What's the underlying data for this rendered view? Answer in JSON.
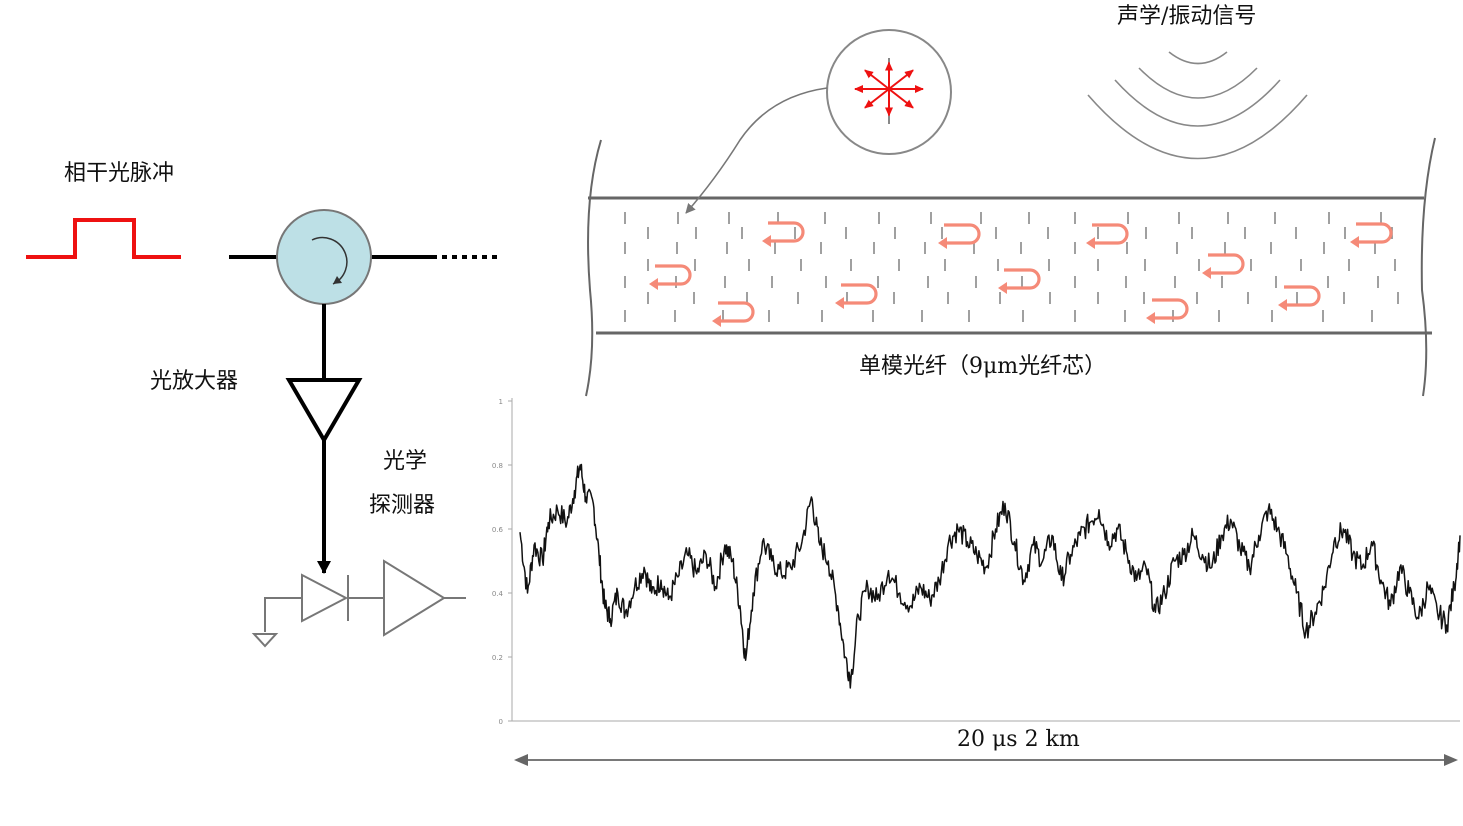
{
  "labels": {
    "coherent_pulse": "相干光脉冲",
    "optical_amplifier": "光放大器",
    "optical_detector_line1": "光学",
    "optical_detector_line2": "探测器",
    "acoustic_signal": "声学/振动信号",
    "fiber": "单模光纤（9μm光纤芯）",
    "trace_span": "20 μs  2 km"
  },
  "colors": {
    "pulse": "#ee1111",
    "circulator_fill": "#bde0e6",
    "backscatter_arrow": "#f58a78",
    "scatter_star": "#ee1111",
    "line": "#000000",
    "grey": "#777777"
  },
  "chart_data": {
    "type": "line",
    "title": "",
    "xlabel": "20 μs  2 km",
    "ylabel": "",
    "ylim": [
      0,
      1
    ],
    "yticks": [
      "0",
      "0.2",
      "0.4",
      "0.6",
      "0.8",
      "1"
    ],
    "x_range": [
      0,
      1
    ],
    "series": [
      {
        "values": [
          [
            0.0,
            0.59
          ],
          [
            0.008,
            0.4
          ],
          [
            0.015,
            0.55
          ],
          [
            0.024,
            0.5
          ],
          [
            0.03,
            0.62
          ],
          [
            0.04,
            0.66
          ],
          [
            0.05,
            0.62
          ],
          [
            0.058,
            0.72
          ],
          [
            0.064,
            0.8
          ],
          [
            0.07,
            0.7
          ],
          [
            0.078,
            0.68
          ],
          [
            0.084,
            0.52
          ],
          [
            0.09,
            0.36
          ],
          [
            0.096,
            0.32
          ],
          [
            0.104,
            0.4
          ],
          [
            0.112,
            0.34
          ],
          [
            0.122,
            0.42
          ],
          [
            0.132,
            0.48
          ],
          [
            0.14,
            0.4
          ],
          [
            0.15,
            0.44
          ],
          [
            0.158,
            0.38
          ],
          [
            0.168,
            0.45
          ],
          [
            0.178,
            0.52
          ],
          [
            0.188,
            0.46
          ],
          [
            0.198,
            0.52
          ],
          [
            0.208,
            0.42
          ],
          [
            0.218,
            0.55
          ],
          [
            0.226,
            0.5
          ],
          [
            0.234,
            0.36
          ],
          [
            0.24,
            0.19
          ],
          [
            0.248,
            0.4
          ],
          [
            0.258,
            0.56
          ],
          [
            0.268,
            0.5
          ],
          [
            0.278,
            0.46
          ],
          [
            0.288,
            0.48
          ],
          [
            0.3,
            0.56
          ],
          [
            0.31,
            0.7
          ],
          [
            0.318,
            0.56
          ],
          [
            0.328,
            0.5
          ],
          [
            0.338,
            0.36
          ],
          [
            0.346,
            0.2
          ],
          [
            0.352,
            0.13
          ],
          [
            0.36,
            0.33
          ],
          [
            0.37,
            0.42
          ],
          [
            0.38,
            0.38
          ],
          [
            0.392,
            0.47
          ],
          [
            0.404,
            0.4
          ],
          [
            0.416,
            0.36
          ],
          [
            0.426,
            0.42
          ],
          [
            0.436,
            0.38
          ],
          [
            0.446,
            0.44
          ],
          [
            0.456,
            0.56
          ],
          [
            0.466,
            0.6
          ],
          [
            0.476,
            0.56
          ],
          [
            0.486,
            0.52
          ],
          [
            0.496,
            0.48
          ],
          [
            0.506,
            0.6
          ],
          [
            0.516,
            0.68
          ],
          [
            0.526,
            0.56
          ],
          [
            0.536,
            0.44
          ],
          [
            0.546,
            0.55
          ],
          [
            0.556,
            0.5
          ],
          [
            0.566,
            0.58
          ],
          [
            0.576,
            0.44
          ],
          [
            0.586,
            0.52
          ],
          [
            0.596,
            0.58
          ],
          [
            0.606,
            0.62
          ],
          [
            0.616,
            0.66
          ],
          [
            0.626,
            0.56
          ],
          [
            0.636,
            0.6
          ],
          [
            0.646,
            0.52
          ],
          [
            0.656,
            0.44
          ],
          [
            0.666,
            0.48
          ],
          [
            0.676,
            0.34
          ],
          [
            0.686,
            0.4
          ],
          [
            0.696,
            0.5
          ],
          [
            0.706,
            0.52
          ],
          [
            0.716,
            0.58
          ],
          [
            0.726,
            0.52
          ],
          [
            0.736,
            0.48
          ],
          [
            0.746,
            0.58
          ],
          [
            0.756,
            0.63
          ],
          [
            0.766,
            0.54
          ],
          [
            0.776,
            0.48
          ],
          [
            0.786,
            0.58
          ],
          [
            0.796,
            0.66
          ],
          [
            0.806,
            0.6
          ],
          [
            0.816,
            0.52
          ],
          [
            0.826,
            0.4
          ],
          [
            0.836,
            0.28
          ],
          [
            0.846,
            0.34
          ],
          [
            0.856,
            0.42
          ],
          [
            0.866,
            0.56
          ],
          [
            0.876,
            0.6
          ],
          [
            0.886,
            0.52
          ],
          [
            0.896,
            0.48
          ],
          [
            0.906,
            0.56
          ],
          [
            0.916,
            0.44
          ],
          [
            0.926,
            0.36
          ],
          [
            0.936,
            0.48
          ],
          [
            0.946,
            0.4
          ],
          [
            0.956,
            0.32
          ],
          [
            0.966,
            0.42
          ],
          [
            0.976,
            0.34
          ],
          [
            0.986,
            0.3
          ],
          [
            0.994,
            0.42
          ],
          [
            1.0,
            0.58
          ]
        ]
      }
    ]
  }
}
